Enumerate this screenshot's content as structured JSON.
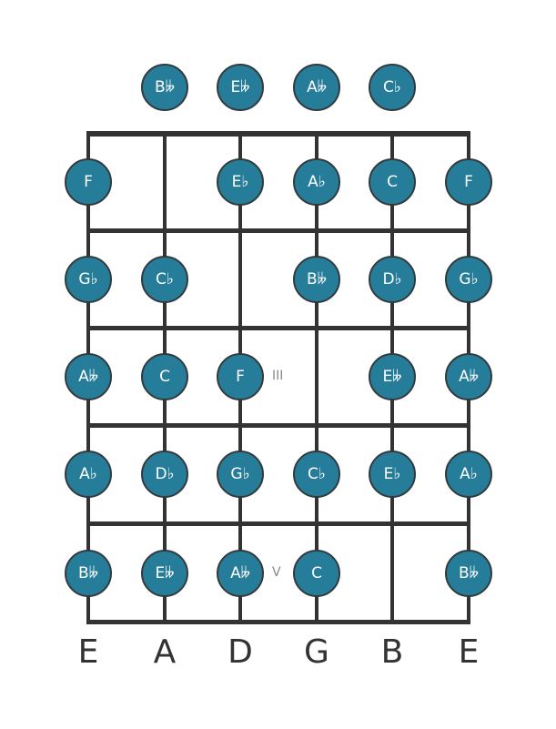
{
  "diagram": {
    "type": "guitar-fretboard",
    "colors": {
      "note_fill": "#267d99",
      "note_border": "#333a3d",
      "line": "#333333",
      "marker": "#888888"
    },
    "strings": [
      "E",
      "A",
      "D",
      "G",
      "B",
      "E"
    ],
    "open_notes": [
      {
        "string": 1,
        "label": "B𝄫"
      },
      {
        "string": 2,
        "label": "E𝄫"
      },
      {
        "string": 3,
        "label": "A𝄫"
      },
      {
        "string": 4,
        "label": "C♭"
      }
    ],
    "frets": [
      {
        "fret": 1,
        "notes": [
          {
            "string": 0,
            "label": "F"
          },
          {
            "string": 2,
            "label": "E♭"
          },
          {
            "string": 3,
            "label": "A♭"
          },
          {
            "string": 4,
            "label": "C"
          },
          {
            "string": 5,
            "label": "F"
          }
        ]
      },
      {
        "fret": 2,
        "notes": [
          {
            "string": 0,
            "label": "G♭"
          },
          {
            "string": 1,
            "label": "C♭"
          },
          {
            "string": 3,
            "label": "B𝄫"
          },
          {
            "string": 4,
            "label": "D♭"
          },
          {
            "string": 5,
            "label": "G♭"
          }
        ]
      },
      {
        "fret": 3,
        "marker": "III",
        "notes": [
          {
            "string": 0,
            "label": "A𝄫"
          },
          {
            "string": 1,
            "label": "C"
          },
          {
            "string": 2,
            "label": "F"
          },
          {
            "string": 4,
            "label": "E𝄫"
          },
          {
            "string": 5,
            "label": "A𝄫"
          }
        ]
      },
      {
        "fret": 4,
        "notes": [
          {
            "string": 0,
            "label": "A♭"
          },
          {
            "string": 1,
            "label": "D♭"
          },
          {
            "string": 2,
            "label": "G♭"
          },
          {
            "string": 3,
            "label": "C♭"
          },
          {
            "string": 4,
            "label": "E♭"
          },
          {
            "string": 5,
            "label": "A♭"
          }
        ]
      },
      {
        "fret": 5,
        "marker": "V",
        "notes": [
          {
            "string": 0,
            "label": "B𝄫"
          },
          {
            "string": 1,
            "label": "E𝄫"
          },
          {
            "string": 2,
            "label": "A𝄫"
          },
          {
            "string": 3,
            "label": "C"
          },
          {
            "string": 5,
            "label": "B𝄫"
          }
        ]
      }
    ]
  }
}
